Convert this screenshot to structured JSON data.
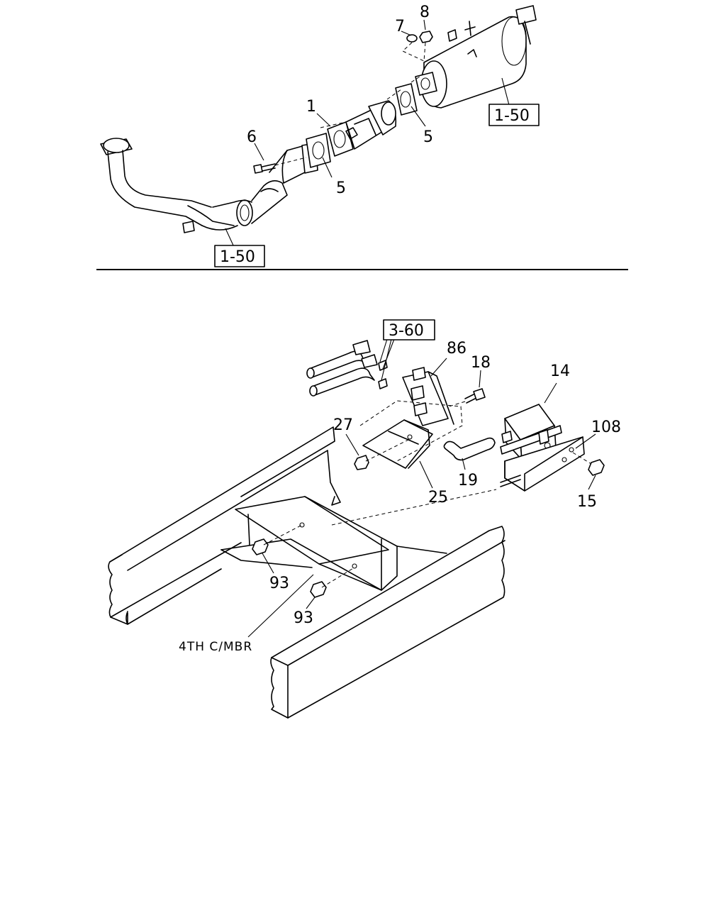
{
  "upper_assembly": {
    "callouts": {
      "c1": "1",
      "c5a": "5",
      "c5b": "5",
      "c6": "6",
      "c7": "7",
      "c8": "8"
    },
    "refs": {
      "ref_top": "1-50",
      "ref_bottom": "1-50"
    }
  },
  "lower_assembly": {
    "callouts": {
      "c14": "14",
      "c15": "15",
      "c18": "18",
      "c19": "19",
      "c25": "25",
      "c27": "27",
      "c86": "86",
      "c93a": "93",
      "c93b": "93",
      "c108": "108"
    },
    "refs": {
      "ref_360": "3-60"
    },
    "note": "4TH C/MBR"
  }
}
